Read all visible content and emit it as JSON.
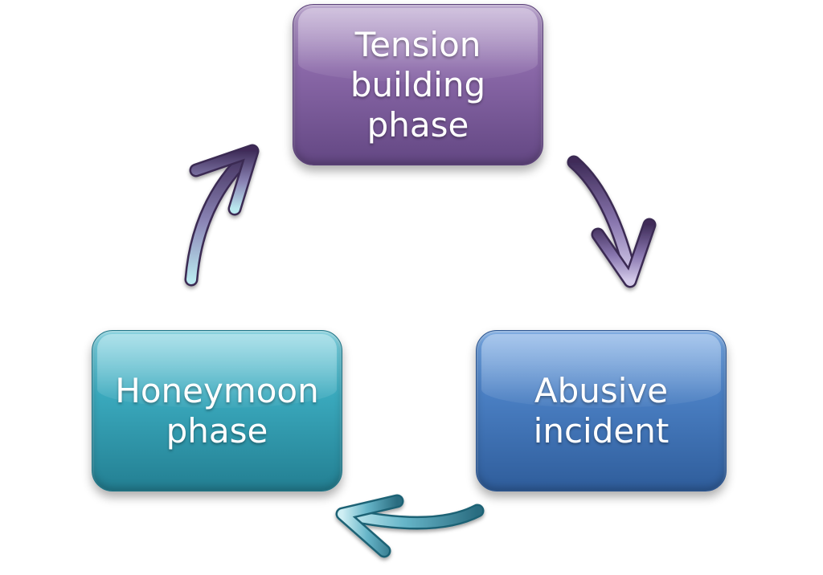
{
  "diagram": {
    "type": "cycle",
    "nodes": [
      {
        "id": "tension",
        "label": "Tension\nbuilding\nphase",
        "color": "#7b5a9c"
      },
      {
        "id": "abusive",
        "label": "Abusive\nincident",
        "color": "#3f72b5"
      },
      {
        "id": "honeymoon",
        "label": "Honeymoon\nphase",
        "color": "#2e96aa"
      }
    ],
    "edges": [
      {
        "from": "tension",
        "to": "abusive"
      },
      {
        "from": "abusive",
        "to": "honeymoon"
      },
      {
        "from": "honeymoon",
        "to": "tension"
      }
    ],
    "arrow_colors": {
      "purple_dark": "#4a3566",
      "purple_light": "#c3b6dc",
      "teal_dark": "#1f6f82",
      "teal_light": "#c9eef2"
    }
  }
}
